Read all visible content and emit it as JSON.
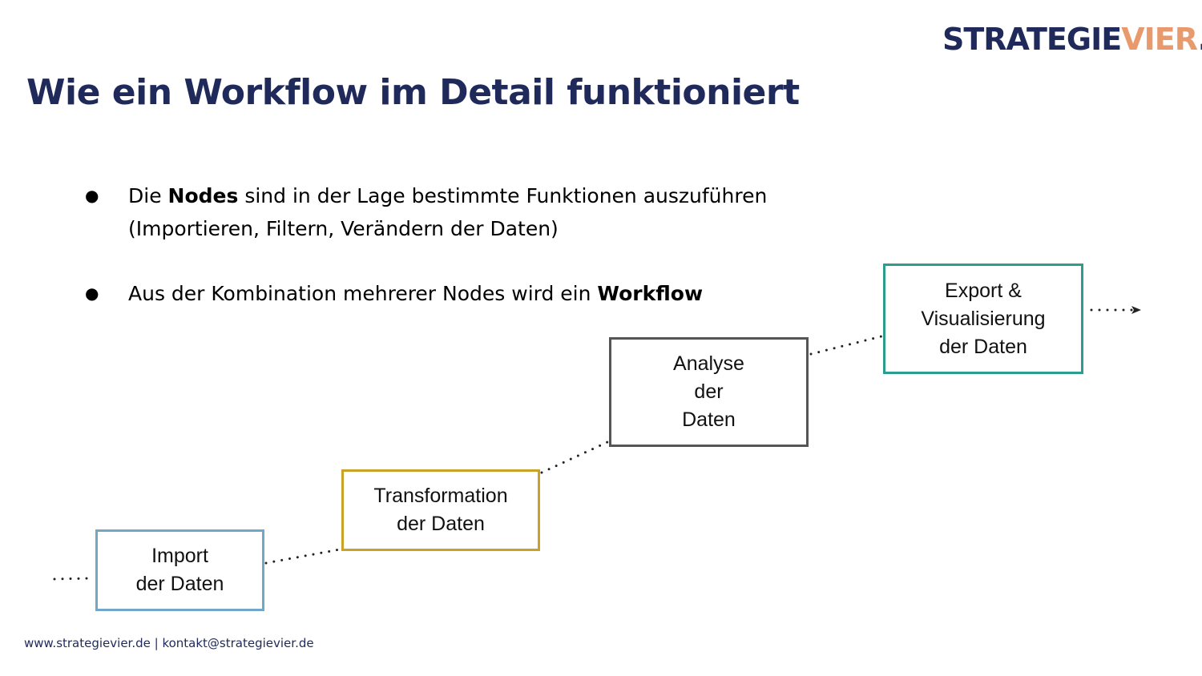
{
  "logo": {
    "part1": "STRATEGIE",
    "part2": "VIER",
    "part3": "."
  },
  "title": "Wie ein Workflow im Detail funktioniert",
  "bullets": [
    {
      "pre": "Die ",
      "bold": "Nodes",
      "post": " sind in der Lage bestimmte Funktionen auszuführen (Importieren, Filtern, Verändern der Daten)"
    },
    {
      "pre": "Aus der Kombination mehrerer Nodes wird ein ",
      "bold": "Workflow",
      "post": ""
    }
  ],
  "bullet_glyph": "●",
  "diagram": {
    "nodes": [
      {
        "label": "Import\nder Daten",
        "color": "#6fa8c9"
      },
      {
        "label": "Transformation\nder Daten",
        "color": "#c9a227"
      },
      {
        "label": "Analyse\nder\nDaten",
        "color": "#555555"
      },
      {
        "label": "Export &\nVisualisierung\nder Daten",
        "color": "#2a9d8f"
      }
    ],
    "connector_style": "dotted",
    "ends": {
      "start": "open",
      "end": "arrow"
    }
  },
  "footer": "www.strategievier.de | kontakt@strategievier.de"
}
